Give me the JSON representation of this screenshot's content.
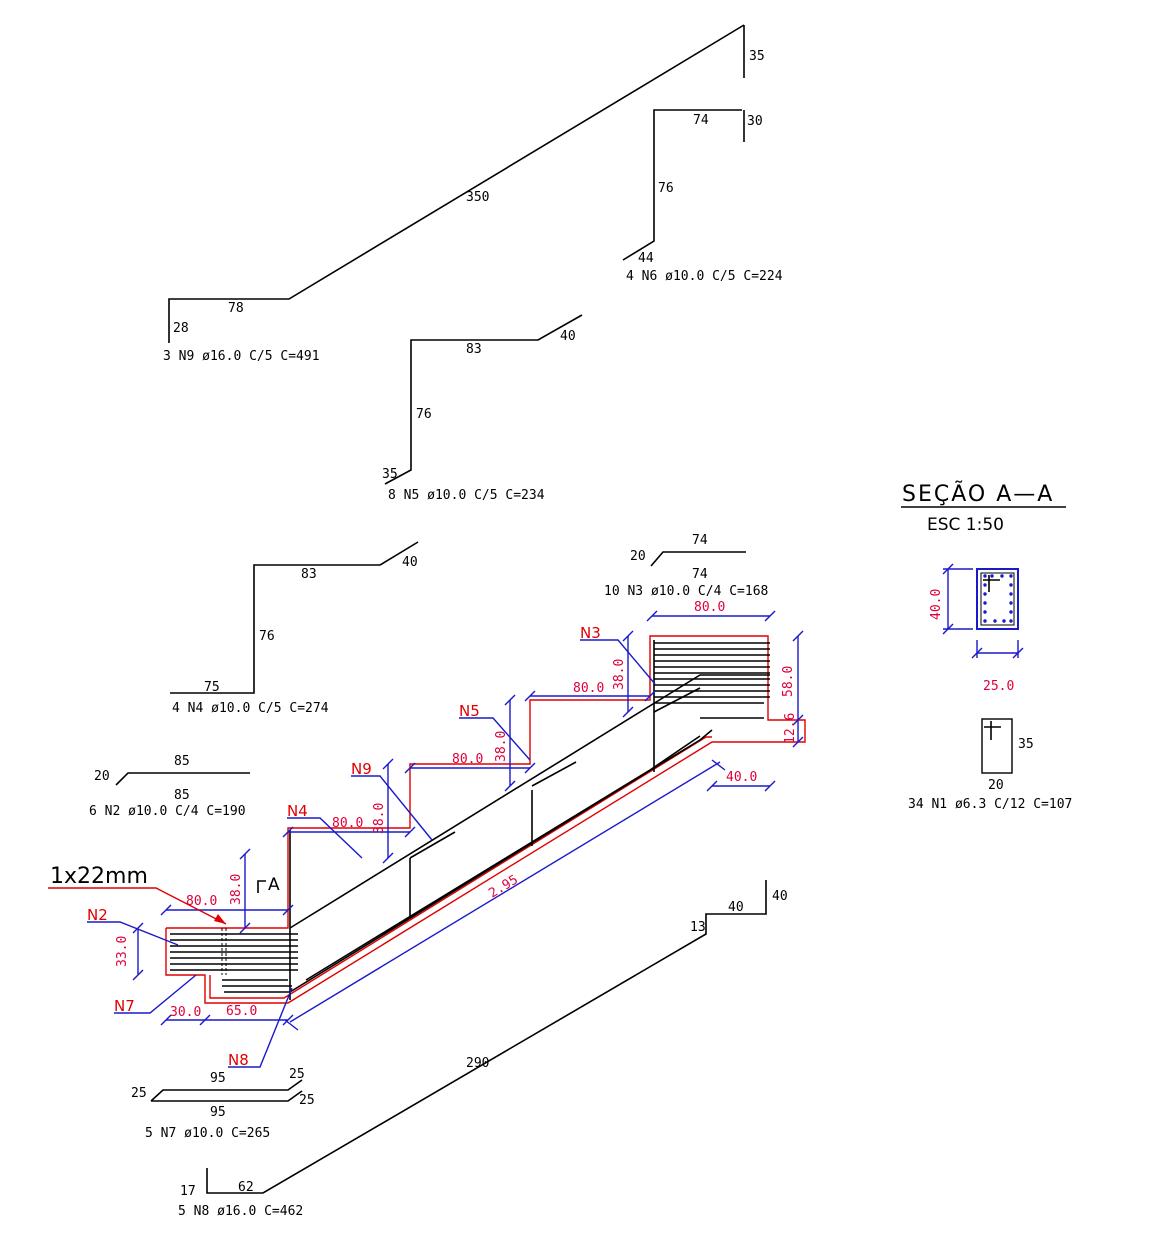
{
  "bars": {
    "n9": {
      "dims": [
        "35",
        "350",
        "78",
        "28"
      ],
      "label": "3 N9 ø16.0 C/5 C=491"
    },
    "n6": {
      "dims": [
        "74",
        "30",
        "76",
        "44"
      ],
      "label": "4 N6 ø10.0 C/5 C=224"
    },
    "n5": {
      "dims": [
        "83",
        "40",
        "76",
        "35"
      ],
      "label": "8 N5 ø10.0 C/5 C=234"
    },
    "n4": {
      "dims": [
        "83",
        "40",
        "76",
        "75"
      ],
      "label": "4 N4 ø10.0 C/5 C=274"
    },
    "n3": {
      "dims": [
        "74",
        "20",
        "74"
      ],
      "label": "10 N3 ø10.0 C/4 C=168"
    },
    "n2": {
      "dims": [
        "85",
        "20",
        "85"
      ],
      "label": "6 N2 ø10.0 C/4 C=190"
    },
    "n7": {
      "dims": [
        "95",
        "25",
        "25",
        "25",
        "95"
      ],
      "label": "5 N7 ø10.0 C=265"
    },
    "n8": {
      "dims": [
        "40",
        "40",
        "13",
        "290",
        "17",
        "62"
      ],
      "label": "5 N8 ø16.0 C=462"
    },
    "n1": {
      "dims": [
        "35",
        "20"
      ],
      "label": "34 N1 ø6.3 C/12 C=107"
    }
  },
  "section": {
    "title": "SEÇÃO A—A",
    "scale": "ESC 1:50",
    "height": "40.0",
    "width": "25.0"
  },
  "stair": {
    "tags": [
      "N3",
      "N5",
      "N9",
      "N4",
      "N2",
      "N7",
      "N8"
    ],
    "dims": [
      "80.0",
      "58.0",
      "38.0",
      "80.0",
      "12.6",
      "38.0",
      "80.0",
      "40.0",
      "38.0",
      "80.0",
      "2.95",
      "38.0",
      "80.0",
      "33.0",
      "30.0",
      "65.0"
    ],
    "cut_mark": "A",
    "rebar_note": "1x22mm"
  },
  "colors": {
    "rebar": "#000000",
    "dimension": "#1a1acc",
    "outline": "#e00000",
    "dim_text": "#e0003a"
  }
}
